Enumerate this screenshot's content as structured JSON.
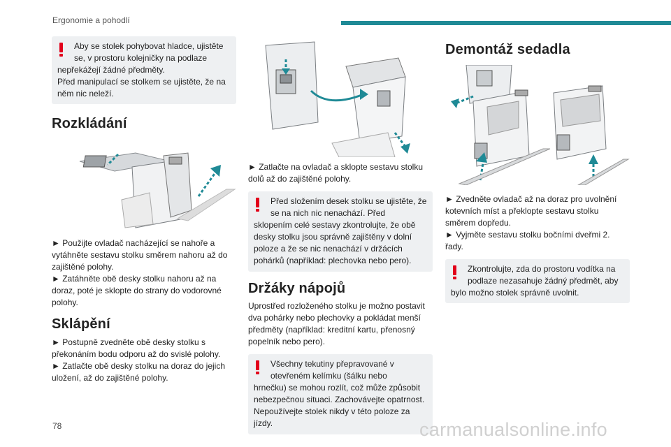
{
  "header": {
    "section": "Ergonomie a pohodlí"
  },
  "page_number": "78",
  "watermark": "carmanualsonline.info",
  "colors": {
    "accent": "#1f8a96",
    "warning": "#e2001a",
    "box": "#eef0f2"
  },
  "col1": {
    "warning": {
      "line1": "Aby se stolek pohybovat hladce, ujistěte se, v prostoru kolejničky na podlaze",
      "line2": "nepřekážejí žádné předměty.\nPřed manipulací se stolkem se ujistěte, že na něm nic neleží."
    },
    "h_unfold": "Rozkládání",
    "unfold_text": "► Použijte ovladač nacházející se nahoře a vytáhněte sestavu stolku směrem nahoru až do zajištěné polohy.\n► Zatáhněte obě desky stolku nahoru až na doraz, poté je sklopte do strany do vodorovné polohy.",
    "h_fold": "Sklápění",
    "fold_text": "► Postupně zvedněte obě desky stolku s překonáním bodu odporu až do svislé polohy.\n► Zatlačte obě desky stolku na doraz do jejich uložení, až do zajištěné polohy."
  },
  "col2": {
    "step_text": "► Zatlačte na ovladač a sklopte sestavu stolku dolů až do zajištěné polohy.",
    "warning1": {
      "line1": "Před složením desek stolku se ujistěte, že se na nich nic nenachází. Před",
      "line2": "sklopením celé sestavy zkontrolujte, že obě desky stolku jsou správně zajištěny v dolní poloze a že se nic nenachází v držácích pohárků (například: plechovka nebo pero)."
    },
    "h_holders": "Držáky nápojů",
    "holders_text": "Uprostřed rozloženého stolku je možno postavit dva pohárky nebo plechovky a pokládat menší předměty (například: kreditní kartu, přenosný popelník nebo pero).",
    "warning2": {
      "line1": "Všechny tekutiny přepravované v otevřeném kelímku (šálku nebo",
      "line2": "hrnečku) se mohou rozlít, což může způsobit nebezpečnou situaci. Zachovávejte opatrnost. Nepoužívejte stolek nikdy v této poloze za jízdy."
    }
  },
  "col3": {
    "h_removal": "Demontáž sedadla",
    "removal_text": "► Zvedněte ovladač až na doraz pro uvolnění kotevních míst a překlopte sestavu stolku směrem dopředu.\n► Vyjměte sestavu stolku bočními dveřmi 2. řady.",
    "warning": {
      "line1": "Zkontrolujte, zda do prostoru vodítka na podlaze nezasahuje žádný předmět, aby",
      "line2": "bylo možno stolek správně uvolnit."
    }
  }
}
